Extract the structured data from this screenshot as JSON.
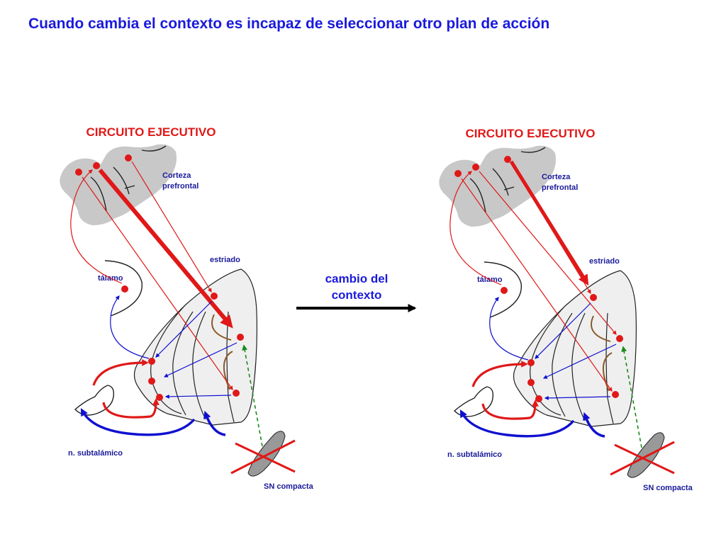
{
  "title": "Cuando cambia el contexto es incapaz de seleccionar otro plan de acción",
  "transition_label": [
    "cambio del",
    "contexto"
  ],
  "panels": [
    {
      "header": "CIRCUITO EJECUTIVO",
      "labels": {
        "cortex": [
          "Corteza",
          "prefrontal"
        ],
        "striatum": "estriado",
        "thalamus": "tálamo",
        "subthalamic": "n. subtalámico",
        "snc": "SN compacta"
      },
      "strong_pathway": "cortex-to-middle-striatum"
    },
    {
      "header": "CIRCUITO EJECUTIVO",
      "labels": {
        "cortex": [
          "Corteza",
          "prefrontal"
        ],
        "striatum": "estriado",
        "thalamus": "tálamo",
        "subthalamic": "n. subtalámico",
        "snc": "SN compacta"
      },
      "strong_pathway": "cortex-to-upper-striatum"
    }
  ],
  "colors": {
    "title": "#1a1adc",
    "header": "#e01818",
    "label": "#1a1a9a",
    "excitatory": "#e01818",
    "inhibitory": "#1010d0",
    "dopamine": "#1a8a1a",
    "modulatory": "#8a5a2a",
    "tissue": "#c8c8c8"
  }
}
